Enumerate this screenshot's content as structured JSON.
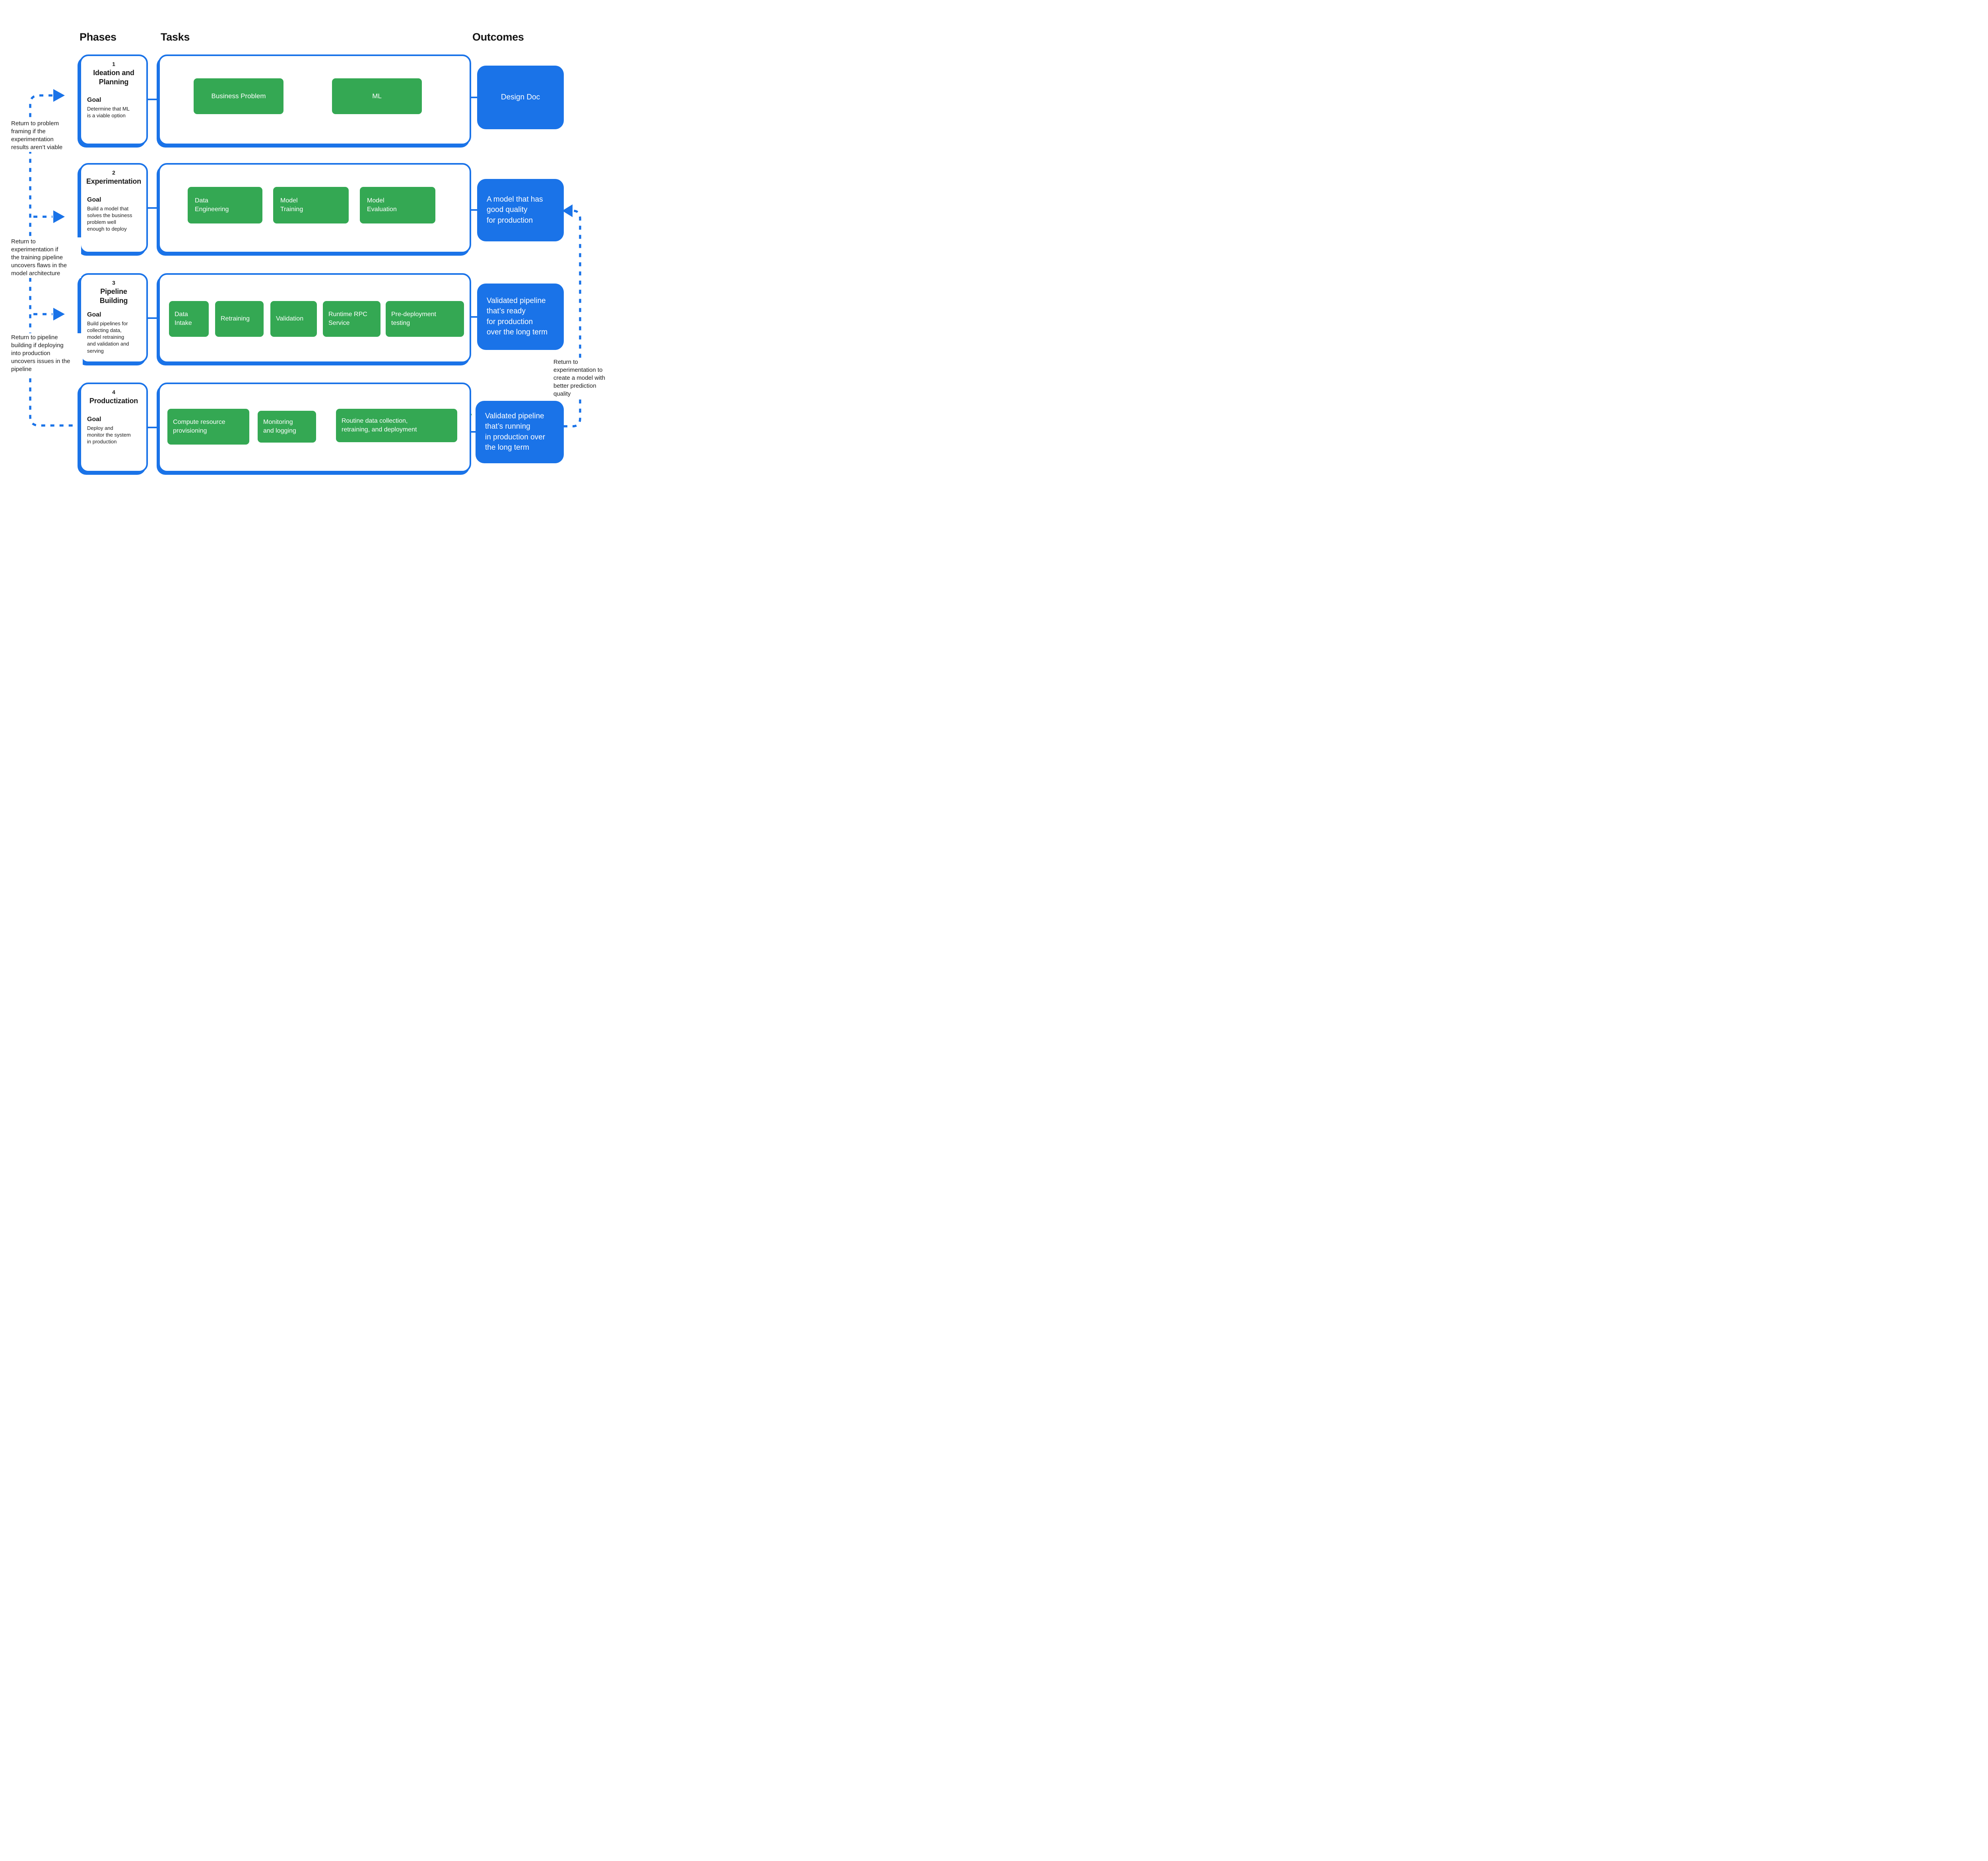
{
  "colors": {
    "blue": "#1a73e8",
    "green": "#34a853",
    "text": "#1b1b1b"
  },
  "headers": {
    "phases": "Phases",
    "tasks": "Tasks",
    "outcomes": "Outcomes"
  },
  "phases": [
    {
      "number": "1",
      "title": "Ideation and Planning",
      "goal_label": "Goal",
      "goal": "Determine that ML\nis a viable option"
    },
    {
      "number": "2",
      "title": "Experimentation",
      "goal_label": "Goal",
      "goal": "Build a model that\nsolves the business\nproblem well\nenough to deploy"
    },
    {
      "number": "3",
      "title": "Pipeline Building",
      "goal_label": "Goal",
      "goal": "Build pipelines for\ncollecting data,\nmodel retraining\nand validation and\nserving"
    },
    {
      "number": "4",
      "title": "Productization",
      "goal_label": "Goal",
      "goal": "Deploy and\nmonitor the system\nin production"
    }
  ],
  "tasks": {
    "row1": [
      "Business Problem",
      "ML"
    ],
    "row2": [
      "Data\nEngineering",
      "Model\nTraining",
      "Model\nEvaluation"
    ],
    "row3": [
      "Data\nIntake",
      "Retraining",
      "Validation",
      "Runtime RPC\nService",
      "Pre-deployment\ntesting"
    ],
    "row4": [
      "Compute resource\nprovisioning",
      "Monitoring\nand logging",
      "Routine data collection,\nretraining, and deployment"
    ]
  },
  "outcomes": [
    "Design Doc",
    "A model that has\ngood quality\nfor production",
    "Validated pipeline\nthat’s ready\nfor production\nover the long term",
    "Validated pipeline\nthat’s running\nin production over\nthe long term"
  ],
  "annotations": {
    "left": [
      "Return to problem\nframing if the\nexperimentation\nresults aren’t viable",
      "Return to\nexperimentation if\nthe training pipeline\nuncovers flaws in the\nmodel architecture",
      "Return to pipeline\nbuilding if deploying\ninto production\nuncovers issues in the\npipeline"
    ],
    "right": "Return to\nexperimentation to\ncreate a model with\nbetter prediction\nquality"
  }
}
